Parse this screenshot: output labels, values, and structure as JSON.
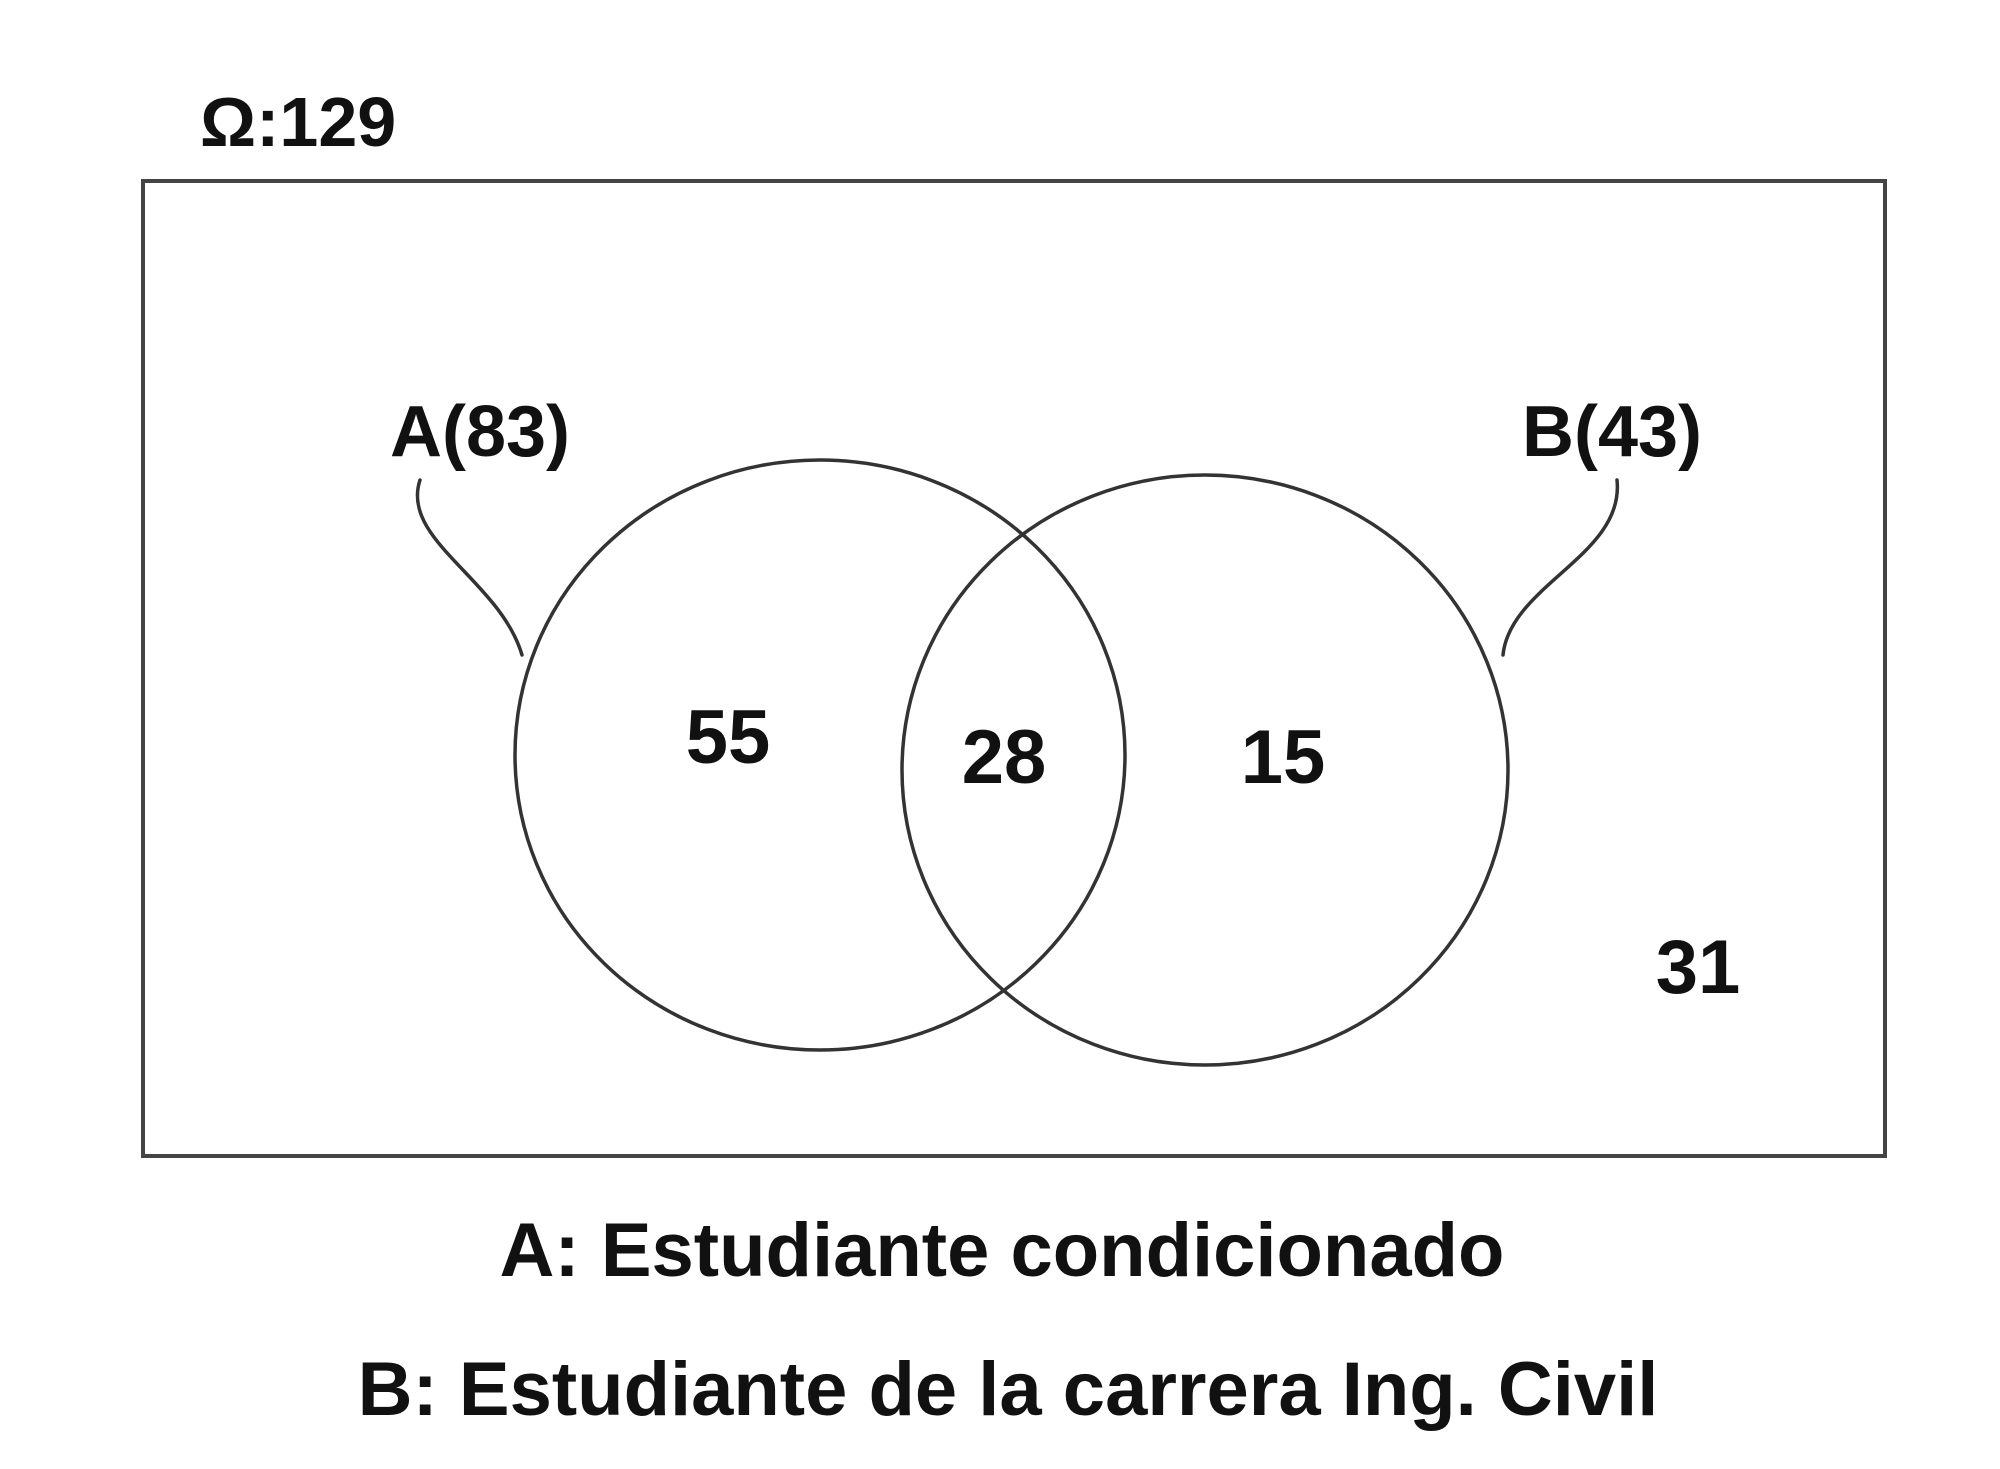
{
  "universe": {
    "label": "Ω:129"
  },
  "sets": {
    "a": {
      "label": "A(83)"
    },
    "b": {
      "label": "B(43)"
    }
  },
  "regions": {
    "only_a": "55",
    "intersection": "28",
    "only_b": "15",
    "outside": "31"
  },
  "legend": {
    "a": "A: Estudiante condicionado",
    "b": "B: Estudiante de la carrera Ing. Civil"
  }
}
